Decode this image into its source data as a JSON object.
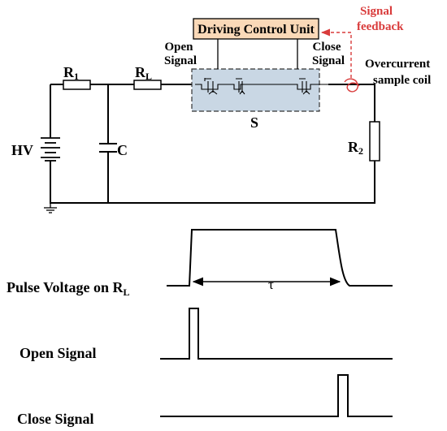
{
  "circuit": {
    "driving_unit": "Driving Control Unit",
    "signal_feedback": [
      "Signal",
      "feedback"
    ],
    "open_signal": [
      "Open",
      "Signal"
    ],
    "close_signal": [
      "Close",
      "Signal"
    ],
    "overcurrent": [
      "Overcurrent",
      "sample coil"
    ],
    "r1": {
      "main": "R",
      "sub": "1"
    },
    "rl": {
      "main": "R",
      "sub": "L"
    },
    "r2": {
      "main": "R",
      "sub": "2"
    },
    "hv": "HV",
    "cap": "C",
    "switch": "S",
    "accent_color": "#d93b3b",
    "unit_fill": "#fad9b8",
    "switch_fill": "#c9d7e4"
  },
  "waveforms": {
    "pulse_label": {
      "main": "Pulse Voltage on R",
      "sub": "L"
    },
    "tau": "τ",
    "open_label": "Open Signal",
    "close_label": "Close Signal"
  }
}
